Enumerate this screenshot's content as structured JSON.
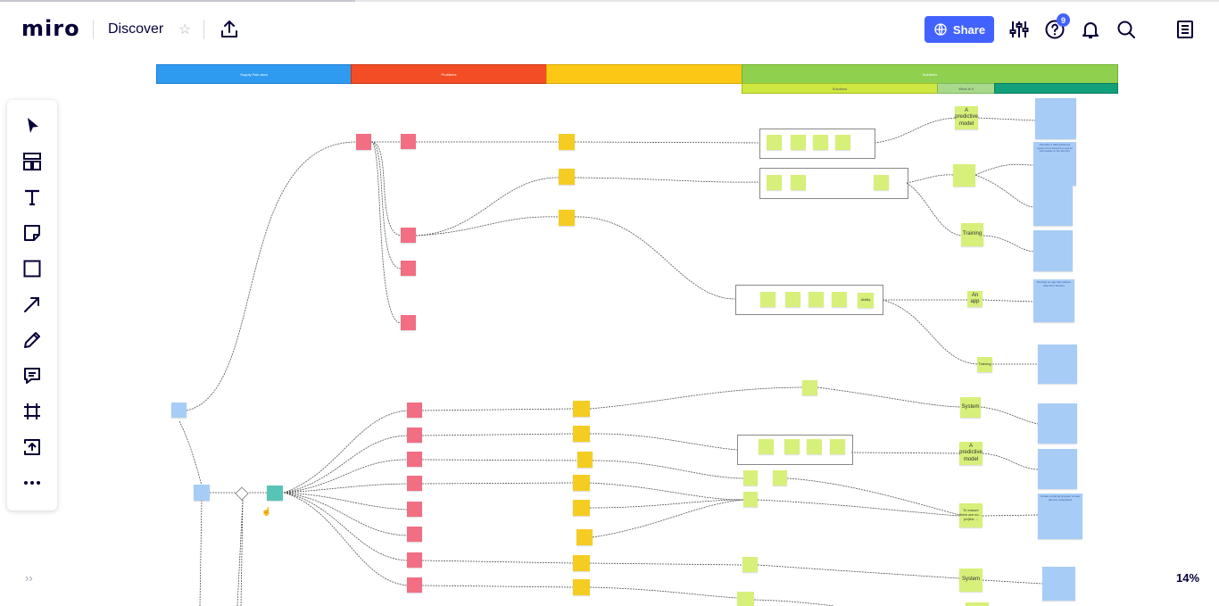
{
  "header": {
    "logo": "miro",
    "board_title": "Discover",
    "share_label": "Share",
    "notification_count": "9",
    "icons": [
      "star-icon",
      "export-icon",
      "globe-icon",
      "settings-sliders-icon",
      "help-icon",
      "bell-icon",
      "search-icon",
      "notes-icon"
    ]
  },
  "toolbar": {
    "tools": [
      "select-icon",
      "templates-icon",
      "text-icon",
      "sticky-note-icon",
      "shape-icon",
      "connection-line-icon",
      "pen-icon",
      "comment-icon",
      "frame-icon",
      "upload-icon",
      "more-icon"
    ]
  },
  "footer": {
    "collapse_label": "››",
    "zoom_label": "14%"
  },
  "board": {
    "lanes": {
      "supply": "Supply Pain area",
      "problems": "Problems",
      "yellow": "",
      "solutions": "Solutions",
      "sub_solutions": "Solutions",
      "what_is_it": "What is it",
      "teal_sub": ""
    },
    "green_labels": {
      "predictive_model_1": "A predictive model",
      "training_1": "Training",
      "an_app": "An app",
      "training_2": "Training",
      "system_1": "System",
      "predictive_model_2": "A predictive model",
      "prevent": "To ensure there are no ... (re)the ...",
      "system_2": "System",
      "frame_label": "Ability"
    },
    "blue_notes": {
      "b2": "Populate a data gathering system from farmers to get an information in the farmers",
      "b5": "Develop an app that collects data from farmers",
      "b6": "Create a training program to help farmers understand"
    }
  }
}
